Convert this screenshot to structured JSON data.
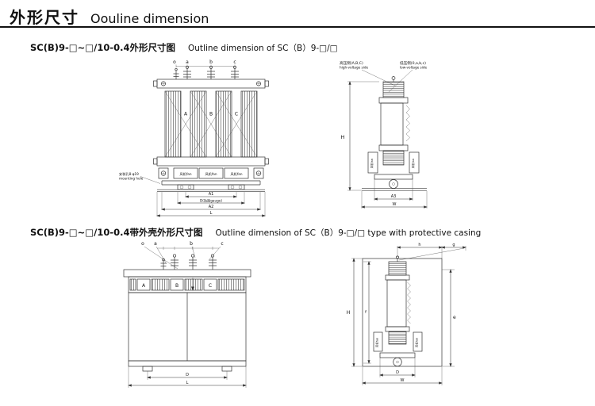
{
  "page": {
    "title_zh": "外形尺寸",
    "title_en": "Oouline dimension"
  },
  "section1": {
    "heading_zh": "SC(B)9-□~□/10-0.4外形尺寸图",
    "heading_en": "Outline dimension of SC（B）9-□/□"
  },
  "section2": {
    "heading_zh": "SC(B)9-□~□/10-0.4带外壳外形尺寸图",
    "heading_en": "Outline dimension of SC（B）9-□/□ type with protective casing"
  },
  "d1front": {
    "terminals": [
      "o",
      "a",
      "b",
      "c"
    ],
    "phases": [
      "A",
      "B",
      "C"
    ],
    "fan": "风机fan",
    "mounting_zh": "安装孔8-φ19",
    "mounting_en": "mounting hole",
    "dims": {
      "a1": "A1",
      "gauge": "D(轨距gauge)",
      "a2": "A2",
      "l": "L"
    }
  },
  "d1side": {
    "hv_zh": "高压侧(A,B,C)",
    "hv_en": "high-voltage side",
    "lv_zh": "低压侧(0,a,b,c)",
    "lv_en": "low-voltage side",
    "fan": "风机fan",
    "dims": {
      "h": "H",
      "a3": "A3",
      "w": "W"
    }
  },
  "d2front": {
    "terminals": [
      "o",
      "a",
      "b",
      "c"
    ],
    "phases": [
      "A",
      "B",
      "C"
    ],
    "dims": {
      "d": "D",
      "l": "L"
    }
  },
  "d2side": {
    "fan": "风机fan",
    "dims": {
      "h": "h",
      "g": "g",
      "bigH": "H",
      "f": "f",
      "e": "e",
      "d": "D",
      "w": "W"
    }
  }
}
